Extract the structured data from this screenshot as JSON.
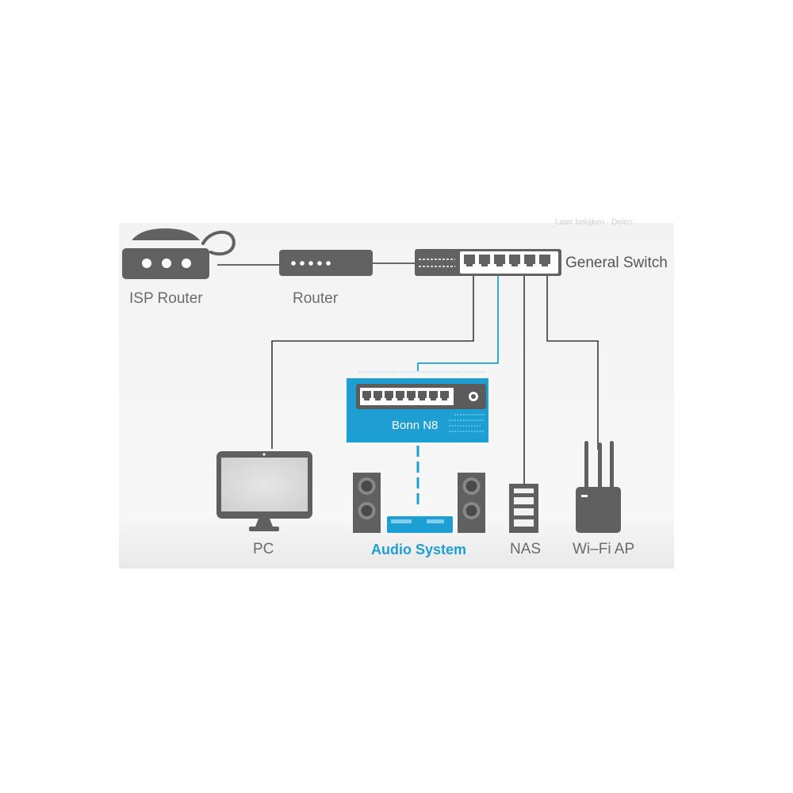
{
  "nodes": {
    "isp_router": {
      "label": "ISP Router",
      "icon": "isp-router-icon"
    },
    "router": {
      "label": "Router",
      "icon": "router-icon"
    },
    "general_switch": {
      "label": "General Switch",
      "icon": "network-switch-icon"
    },
    "bonn_n8": {
      "label": "Bonn N8",
      "icon": "audio-switch-icon"
    },
    "pc": {
      "label": "PC",
      "icon": "monitor-icon"
    },
    "audio_system": {
      "label": "Audio System",
      "icon": "speakers-icon"
    },
    "nas": {
      "label": "NAS",
      "icon": "nas-server-icon"
    },
    "wifi_ap": {
      "label": "Wi–Fi AP",
      "icon": "wifi-access-point-icon"
    }
  },
  "edges": [
    {
      "from": "isp_router",
      "to": "router"
    },
    {
      "from": "router",
      "to": "general_switch"
    },
    {
      "from": "general_switch",
      "to": "pc"
    },
    {
      "from": "general_switch",
      "to": "bonn_n8"
    },
    {
      "from": "general_switch",
      "to": "nas"
    },
    {
      "from": "general_switch",
      "to": "wifi_ap"
    },
    {
      "from": "bonn_n8",
      "to": "audio_system"
    }
  ],
  "overlay": {
    "text": "Later bekijken · Delen"
  },
  "colors": {
    "device": "#626262",
    "line": "#3a3a3a",
    "accent": "#1e9fd4",
    "panel": "#f5f5f5",
    "label": "#6b6b6b"
  }
}
